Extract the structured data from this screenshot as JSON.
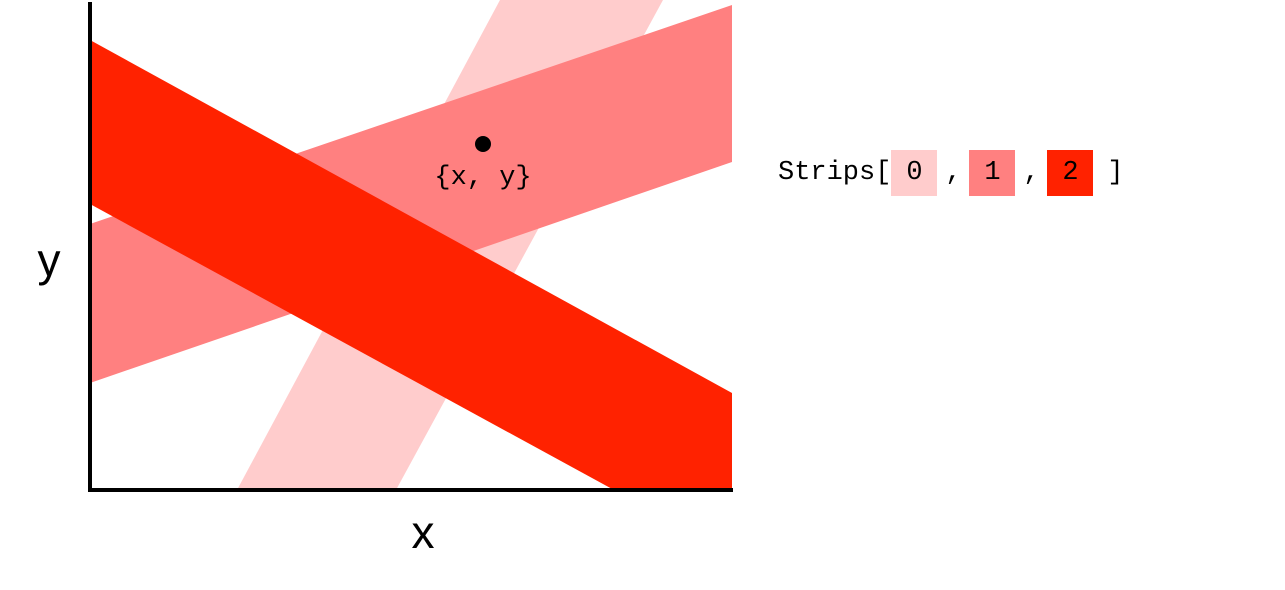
{
  "diagram": {
    "x_label": "x",
    "y_label": "y",
    "point_label": "{x, y}",
    "strips": [
      {
        "id": "0",
        "color": "#ffcccc"
      },
      {
        "id": "1",
        "color": "#ff8080"
      },
      {
        "id": "2",
        "color": "#ff2200"
      }
    ]
  },
  "legend": {
    "prefix": "Strips[",
    "separator": ",",
    "suffix": "]"
  },
  "colors": {
    "axes": "#000000",
    "background": "#ffffff",
    "strip_0": "#ffcccc",
    "strip_1": "#ff8080",
    "strip_2": "#ff2200"
  }
}
